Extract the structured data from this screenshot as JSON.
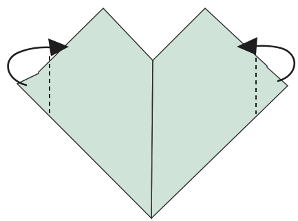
{
  "diagram": {
    "kind": "origami-fold-step",
    "colors": {
      "paper": "#cfe3d8",
      "outline": "#2c2c2c",
      "arrow": "#1e1e1e",
      "background": "#ffffff"
    },
    "folds": [
      {
        "side": "left",
        "fold_line": "dashed",
        "direction": "fold-behind"
      },
      {
        "side": "right",
        "fold_line": "dashed",
        "direction": "fold-behind"
      }
    ]
  }
}
